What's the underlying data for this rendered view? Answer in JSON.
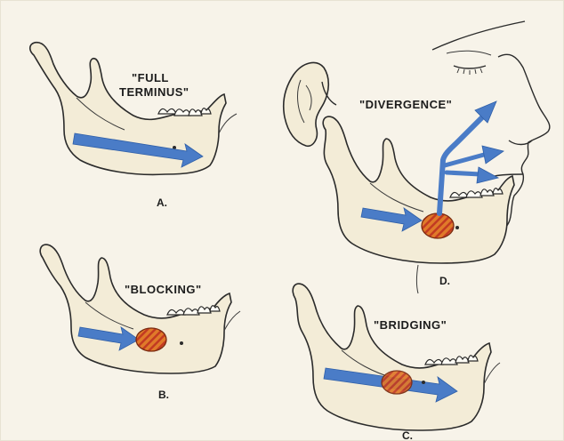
{
  "panels": {
    "a": {
      "title_line1": "\"FULL",
      "title_line2": "TERMINUS\"",
      "letter": "A."
    },
    "b": {
      "title": "\"BLOCKING\"",
      "letter": "B."
    },
    "c": {
      "title": "\"BRIDGING\"",
      "letter": "C."
    },
    "d": {
      "title": "\"DIVERGENCE\"",
      "letter": "D."
    }
  },
  "colors": {
    "arrow": "#4a7cc7",
    "block_stripe": "#e07a2a",
    "block_stripe_alt": "#c23a22",
    "bone": "#f3ecd7"
  }
}
